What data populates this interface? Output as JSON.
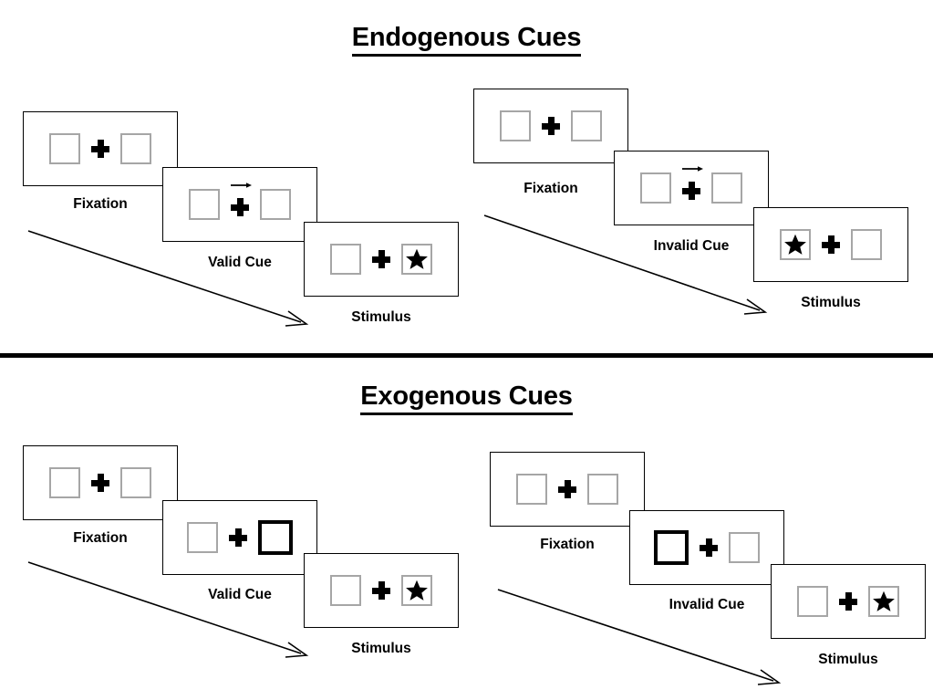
{
  "page": {
    "divider_color": "#000000",
    "background": "#ffffff",
    "box_border_color": "#a6a6a6",
    "highlight_border_color": "#000000",
    "ink_color": "#000000"
  },
  "sections": [
    {
      "id": "endogenous",
      "title": "Endogenous Cues",
      "cue_type": "central-arrow",
      "panels": [
        {
          "id": "endogenous-valid",
          "frames": [
            {
              "label": "Fixation",
              "kind": "fixation",
              "left_box": "empty",
              "right_box": "empty",
              "cue": "none"
            },
            {
              "label": "Valid Cue",
              "kind": "cue",
              "left_box": "empty",
              "right_box": "empty",
              "cue": "arrow-right"
            },
            {
              "label": "Stimulus",
              "kind": "stimulus",
              "left_box": "empty",
              "right_box": "star",
              "cue": "none"
            }
          ]
        },
        {
          "id": "endogenous-invalid",
          "frames": [
            {
              "label": "Fixation",
              "kind": "fixation",
              "left_box": "empty",
              "right_box": "empty",
              "cue": "none"
            },
            {
              "label": "Invalid Cue",
              "kind": "cue",
              "left_box": "empty",
              "right_box": "empty",
              "cue": "arrow-right"
            },
            {
              "label": "Stimulus",
              "kind": "stimulus",
              "left_box": "star",
              "right_box": "empty",
              "cue": "none"
            }
          ]
        }
      ]
    },
    {
      "id": "exogenous",
      "title": "Exogenous Cues",
      "cue_type": "peripheral-flash",
      "panels": [
        {
          "id": "exogenous-valid",
          "frames": [
            {
              "label": "Fixation",
              "kind": "fixation",
              "left_box": "empty",
              "right_box": "empty",
              "cue": "none"
            },
            {
              "label": "Valid Cue",
              "kind": "cue",
              "left_box": "empty",
              "right_box": "highlight",
              "cue": "none"
            },
            {
              "label": "Stimulus",
              "kind": "stimulus",
              "left_box": "empty",
              "right_box": "star",
              "cue": "none"
            }
          ]
        },
        {
          "id": "exogenous-invalid",
          "frames": [
            {
              "label": "Fixation",
              "kind": "fixation",
              "left_box": "empty",
              "right_box": "empty",
              "cue": "none"
            },
            {
              "label": "Invalid Cue",
              "kind": "cue",
              "left_box": "highlight",
              "right_box": "empty",
              "cue": "none"
            },
            {
              "label": "Stimulus",
              "kind": "stimulus",
              "left_box": "empty",
              "right_box": "star",
              "cue": "none"
            }
          ]
        }
      ]
    }
  ],
  "flow_arrows": [
    {
      "panel": "endogenous-valid",
      "direction": "down-right"
    },
    {
      "panel": "endogenous-invalid",
      "direction": "down-right"
    },
    {
      "panel": "exogenous-valid",
      "direction": "down-right"
    },
    {
      "panel": "exogenous-invalid",
      "direction": "down-right"
    }
  ]
}
